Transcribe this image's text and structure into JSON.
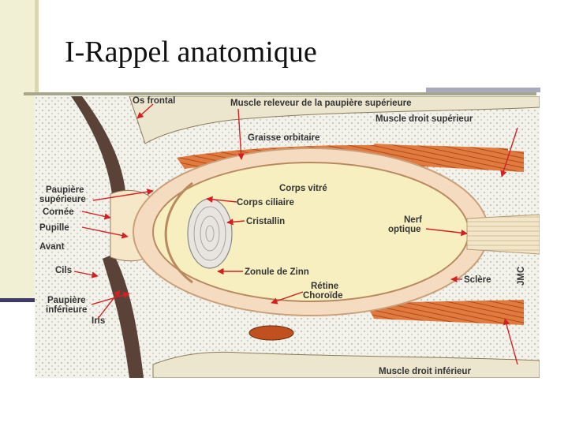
{
  "slide": {
    "title": "I-Rappel anatomique"
  },
  "diagram": {
    "labels": {
      "os_frontal": "Os frontal",
      "muscle_releveur": "Muscle releveur de la paupière supérieure",
      "muscle_droit_superieur": "Muscle droit supérieur",
      "graisse_orbitaire": "Graisse orbitaire",
      "paupiere_sup_1": "Paupière",
      "paupiere_sup_2": "supérieure",
      "cornee": "Cornée",
      "pupille": "Pupille",
      "avant": "Avant",
      "cils": "Cils",
      "paupiere_inf_1": "Paupière",
      "paupiere_inf_2": "inférieure",
      "iris": "Iris",
      "corps_vitre": "Corps vitré",
      "corps_ciliaire": "Corps ciliaire",
      "cristallin": "Cristallin",
      "zonule": "Zonule de Zinn",
      "retine": "Rétine",
      "choroide": "Choroïde",
      "nerf_optique_1": "Nerf",
      "nerf_optique_2": "optique",
      "sclere": "Sclère",
      "muscle_droit_inferieur": "Muscle droit inférieur",
      "watermark": "JMC"
    }
  }
}
